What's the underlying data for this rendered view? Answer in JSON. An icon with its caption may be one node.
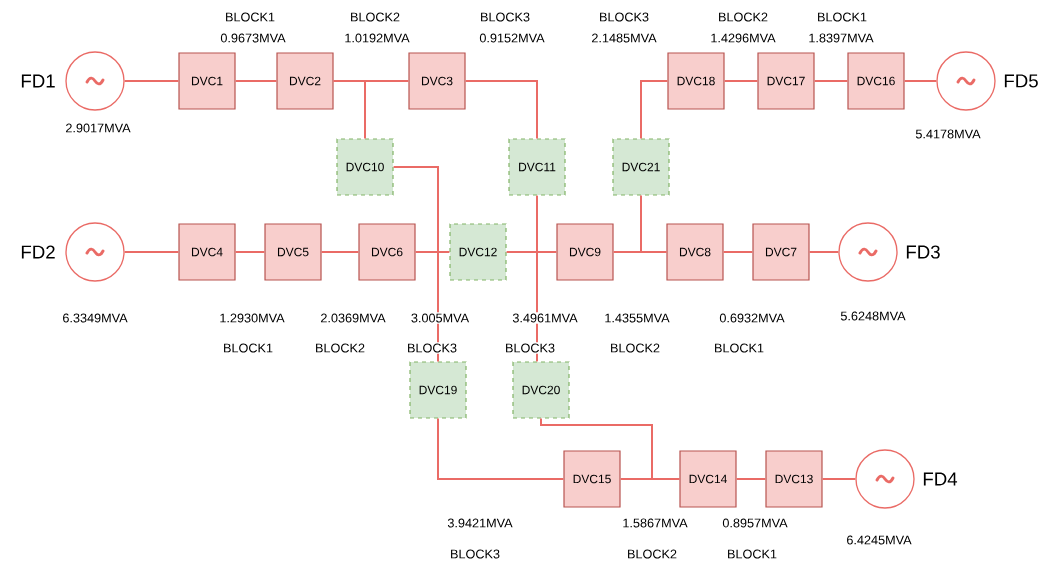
{
  "diagram": {
    "nodes": [
      {
        "text": [
          "FD1"
        ],
        "beside": [
          "2.9017MVA"
        ]
      },
      {
        "text": [
          "DVC1"
        ]
      },
      {
        "text": [
          "DVC2"
        ]
      },
      {
        "text": [
          "DVC3"
        ]
      },
      {
        "text": [
          "DVC18"
        ]
      },
      {
        "text": [
          "DVC17"
        ]
      },
      {
        "text": [
          "DVC16"
        ]
      },
      {
        "text": [
          "FD5"
        ],
        "beside": [
          "5.4178MVA"
        ]
      },
      {
        "text": [
          "DVC10"
        ]
      },
      {
        "text": [
          "DVC11"
        ]
      },
      {
        "text": [
          "DVC21"
        ]
      },
      {
        "text": [
          "FD2"
        ],
        "beside": [
          "6.3349MVA"
        ]
      },
      {
        "text": [
          "DVC4"
        ]
      },
      {
        "text": [
          "DVC5"
        ]
      },
      {
        "text": [
          "DVC6"
        ]
      },
      {
        "text": [
          "DVC12"
        ]
      },
      {
        "text": [
          "DVC9"
        ]
      },
      {
        "text": [
          "DVC8"
        ]
      },
      {
        "text": [
          "DVC7"
        ]
      },
      {
        "text": [
          "FD3"
        ],
        "beside": [
          "5.6248MVA"
        ]
      },
      {
        "text": [
          "DVC19"
        ]
      },
      {
        "text": [
          "DVC20"
        ]
      },
      {
        "text": [
          "DVC15"
        ]
      },
      {
        "text": [
          "DVC14"
        ]
      },
      {
        "text": [
          "DVC13"
        ]
      },
      {
        "text": [
          "FD4"
        ],
        "beside": [
          "6.4245MVA"
        ]
      }
    ],
    "edges": [
      {
        "from": 0,
        "to": 1,
        "arrow": "none"
      },
      {
        "from": 1,
        "to": 2,
        "arrow": "none"
      },
      {
        "from": 2,
        "to": 3,
        "arrow": "none"
      },
      {
        "from": 2,
        "to": 8,
        "arrow": "none"
      },
      {
        "from": 3,
        "to": 9,
        "arrow": "none"
      },
      {
        "from": 4,
        "to": 5,
        "arrow": "none"
      },
      {
        "from": 5,
        "to": 6,
        "arrow": "none"
      },
      {
        "from": 6,
        "to": 7,
        "arrow": "none"
      },
      {
        "from": 4,
        "to": 10,
        "arrow": "none"
      },
      {
        "from": 8,
        "to": 20,
        "arrow": "none"
      },
      {
        "from": 9,
        "to": 21,
        "arrow": "none"
      },
      {
        "from": 10,
        "to": 17,
        "arrow": "none"
      },
      {
        "from": 11,
        "to": 12,
        "arrow": "none"
      },
      {
        "from": 12,
        "to": 13,
        "arrow": "none"
      },
      {
        "from": 13,
        "to": 14,
        "arrow": "none"
      },
      {
        "from": 14,
        "to": 15,
        "arrow": "none"
      },
      {
        "from": 15,
        "to": 16,
        "arrow": "none"
      },
      {
        "from": 16,
        "to": 17,
        "arrow": "none"
      },
      {
        "from": 17,
        "to": 18,
        "arrow": "none"
      },
      {
        "from": 18,
        "to": 19,
        "arrow": "none"
      },
      {
        "from": 20,
        "to": 22,
        "arrow": "none"
      },
      {
        "from": 21,
        "to": 23,
        "arrow": "none"
      },
      {
        "from": 22,
        "to": 23,
        "arrow": "none"
      },
      {
        "from": 23,
        "to": 24,
        "arrow": "none"
      },
      {
        "from": 24,
        "to": 25,
        "arrow": "none"
      }
    ],
    "labels": [
      "BLOCK1",
      "BLOCK2",
      "BLOCK3",
      "BLOCK3",
      "BLOCK2",
      "BLOCK1",
      "0.9673MVA",
      "1.0192MVA",
      "0.9152MVA",
      "2.1485MVA",
      "1.4296MVA",
      "1.8397MVA",
      "1.2930MVA",
      "2.0369MVA",
      "3.005MVA",
      "3.4961MVA",
      "1.4355MVA",
      "0.6932MVA",
      "BLOCK1",
      "BLOCK2",
      "BLOCK3",
      "BLOCK3",
      "BLOCK2",
      "BLOCK1",
      "3.9421MVA",
      "1.5867MVA",
      "0.8957MVA",
      "BLOCK3",
      "BLOCK2",
      "BLOCK1"
    ]
  }
}
